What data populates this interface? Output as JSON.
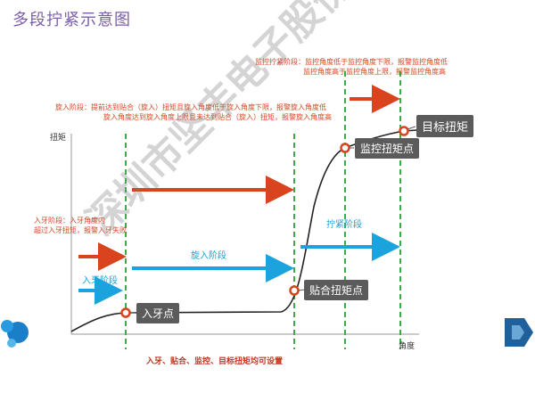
{
  "title": "多段拧紧示意图",
  "axes": {
    "y_label": "扭矩",
    "x_label": "角度"
  },
  "stages": {
    "monitor": {
      "label": "监控拧紧阶段：",
      "line1": "监控角度低于监控角度下限，报警监控角度低",
      "line2": "监控角度高于监控角度上限，报警监控角度高"
    },
    "rotate": {
      "label": "旋入阶段：",
      "line1": "提前达到贴合（旋入）扭矩且旋入角度低于旋入角度下限，报警旋入角度低",
      "line2": "旋入角度达到旋入角度上限且未达到贴合（旋入）扭矩，报警旋入角度高"
    },
    "entry": {
      "label": "入牙阶段：",
      "line1": "入牙角度内",
      "line2": "超过入牙扭矩，报警入牙失败"
    }
  },
  "phase_labels": {
    "entry": "入牙阶段",
    "rotate": "旋入阶段",
    "tighten": "拧紧阶段"
  },
  "points": {
    "entry": "入牙点",
    "fit": "贴合扭矩点",
    "monitor": "监控扭矩点",
    "target": "目标扭矩"
  },
  "bottom_note": "入牙、贴合、监控、目标扭矩均可设置",
  "watermark": "深圳市坚丰电子股份有限公司",
  "colors": {
    "red": "#d9431e",
    "blue": "#1aa3dc",
    "green": "#3aaa4a",
    "title": "#7b5ea7",
    "callout": "#5b5b5b",
    "nav": "#1f5f9a"
  },
  "icons": {
    "nav_left": "blue-circles-icon",
    "nav_right": "next-arrow-icon"
  }
}
